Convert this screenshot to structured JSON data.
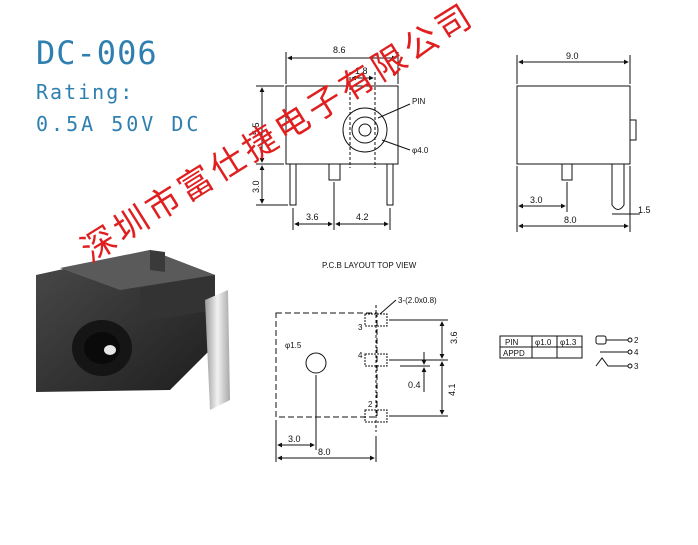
{
  "header": {
    "model": "DC-006",
    "rating_label": "Rating:",
    "rating_value": "0.5A  50V  DC"
  },
  "front_view": {
    "width": "8.6",
    "pin_spacing": "1.8",
    "height": "5.5",
    "leg": "3.0",
    "pin_label": "PIN",
    "hole": "φ4.0",
    "left_offset": "3.6",
    "right_offset": "4.2"
  },
  "side_view": {
    "length": "9.0",
    "pin_offset": "3.0",
    "base": "8.0",
    "thickness": "1.5"
  },
  "pcb_layout": {
    "title": "P.C.B LAYOUT  TOP VIEW",
    "slot_spec": "3-(2.0x0.8)",
    "hole": "φ1.5",
    "pin3": "3",
    "pin4": "4",
    "pin2": "2",
    "dim_36": "3.6",
    "dim_04": "0.4",
    "dim_41": "4.1",
    "dim_30": "3.0",
    "dim_80": "8.0"
  },
  "pin_table": {
    "headers": [
      "PIN",
      "φ1.0",
      "φ1.3"
    ],
    "row_label": "APPD"
  },
  "schematic": {
    "pin_a": "2",
    "pin_b": "4",
    "pin_c": "3"
  },
  "watermark": "深圳市富仕捷电子有限公司",
  "colors": {
    "title": "#2f7fb0",
    "watermark": "#e02020",
    "body": "#2a2a2a"
  }
}
